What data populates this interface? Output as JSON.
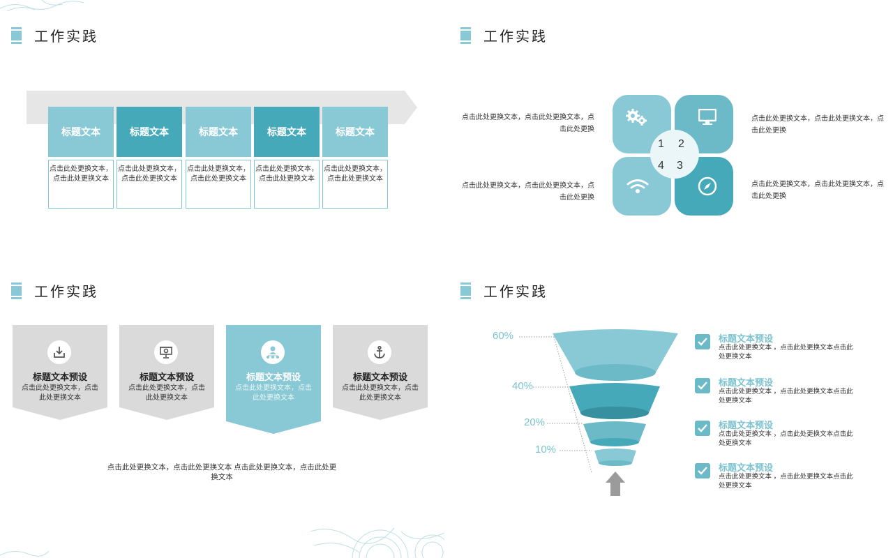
{
  "colors": {
    "light": "#88c9d5",
    "dark": "#46a9ba",
    "gray": "#dadada",
    "arrow": "#e6e6e6"
  },
  "section_title": "工作实践",
  "q1": {
    "columns": [
      {
        "title": "标题文本",
        "desc": "点击此处更换文本，点击此处更换文本",
        "tone": "light"
      },
      {
        "title": "标题文本",
        "desc": "点击此处更换文本，点击此处更换文本",
        "tone": "dark"
      },
      {
        "title": "标题文本",
        "desc": "点击此处更换文本，点击此处更换文本",
        "tone": "light"
      },
      {
        "title": "标题文本",
        "desc": "点击此处更换文本，点击此处更换文本",
        "tone": "dark"
      },
      {
        "title": "标题文本",
        "desc": "点击此处更换文本，点击此处更换文本",
        "tone": "light"
      }
    ]
  },
  "q2": {
    "numbers": [
      "1",
      "2",
      "4",
      "3"
    ],
    "icons": [
      "gears-icon",
      "monitor-icon",
      "wifi-icon",
      "compass-icon"
    ],
    "texts": [
      "点击此处更换文本，点击此处更换文本，点击此处更换",
      "点击此处更换文本，点击此处更换文本，点击此处更换",
      "点击此处更换文本，点击此处更换文本，点击此处更换",
      "点击此处更换文本，点击此处更换文本，点击此处更换"
    ]
  },
  "q3": {
    "cards": [
      {
        "title": "标题文本预设",
        "desc": "点击此处更换文本，点击此处更换文本",
        "icon": "download-icon",
        "highlight": false
      },
      {
        "title": "标题文本预设",
        "desc": "点击此处更换文本，点击此处更换文本",
        "icon": "presentation-icon",
        "highlight": false
      },
      {
        "title": "标题文本预设",
        "desc": "点击此处更换文本，点击此处更换文本",
        "icon": "network-user-icon",
        "highlight": true
      },
      {
        "title": "标题文本预设",
        "desc": "点击此处更换文本，点击此处更换文本",
        "icon": "anchor-icon",
        "highlight": false
      }
    ],
    "footer": "点击此处更换文本，点击此处更换文本 点击此处更换文本，点击此处更换文本"
  },
  "q4": {
    "percents": [
      "60%",
      "40%",
      "20%",
      "10%"
    ],
    "items": [
      {
        "title": "标题文本预设",
        "desc": "点击此处更换文本 ，点击此处更换文本点击此处更换文本"
      },
      {
        "title": "标题文本预设",
        "desc": "点击此处更换文本 ，点击此处更换文本点击此处更换文本"
      },
      {
        "title": "标题文本预设",
        "desc": "点击此处更换文本 ，点击此处更换文本点击此处更换文本"
      },
      {
        "title": "标题文本预设",
        "desc": "点击此处更换文本 ，点击此处更换文本点击此处更换文本"
      }
    ]
  }
}
